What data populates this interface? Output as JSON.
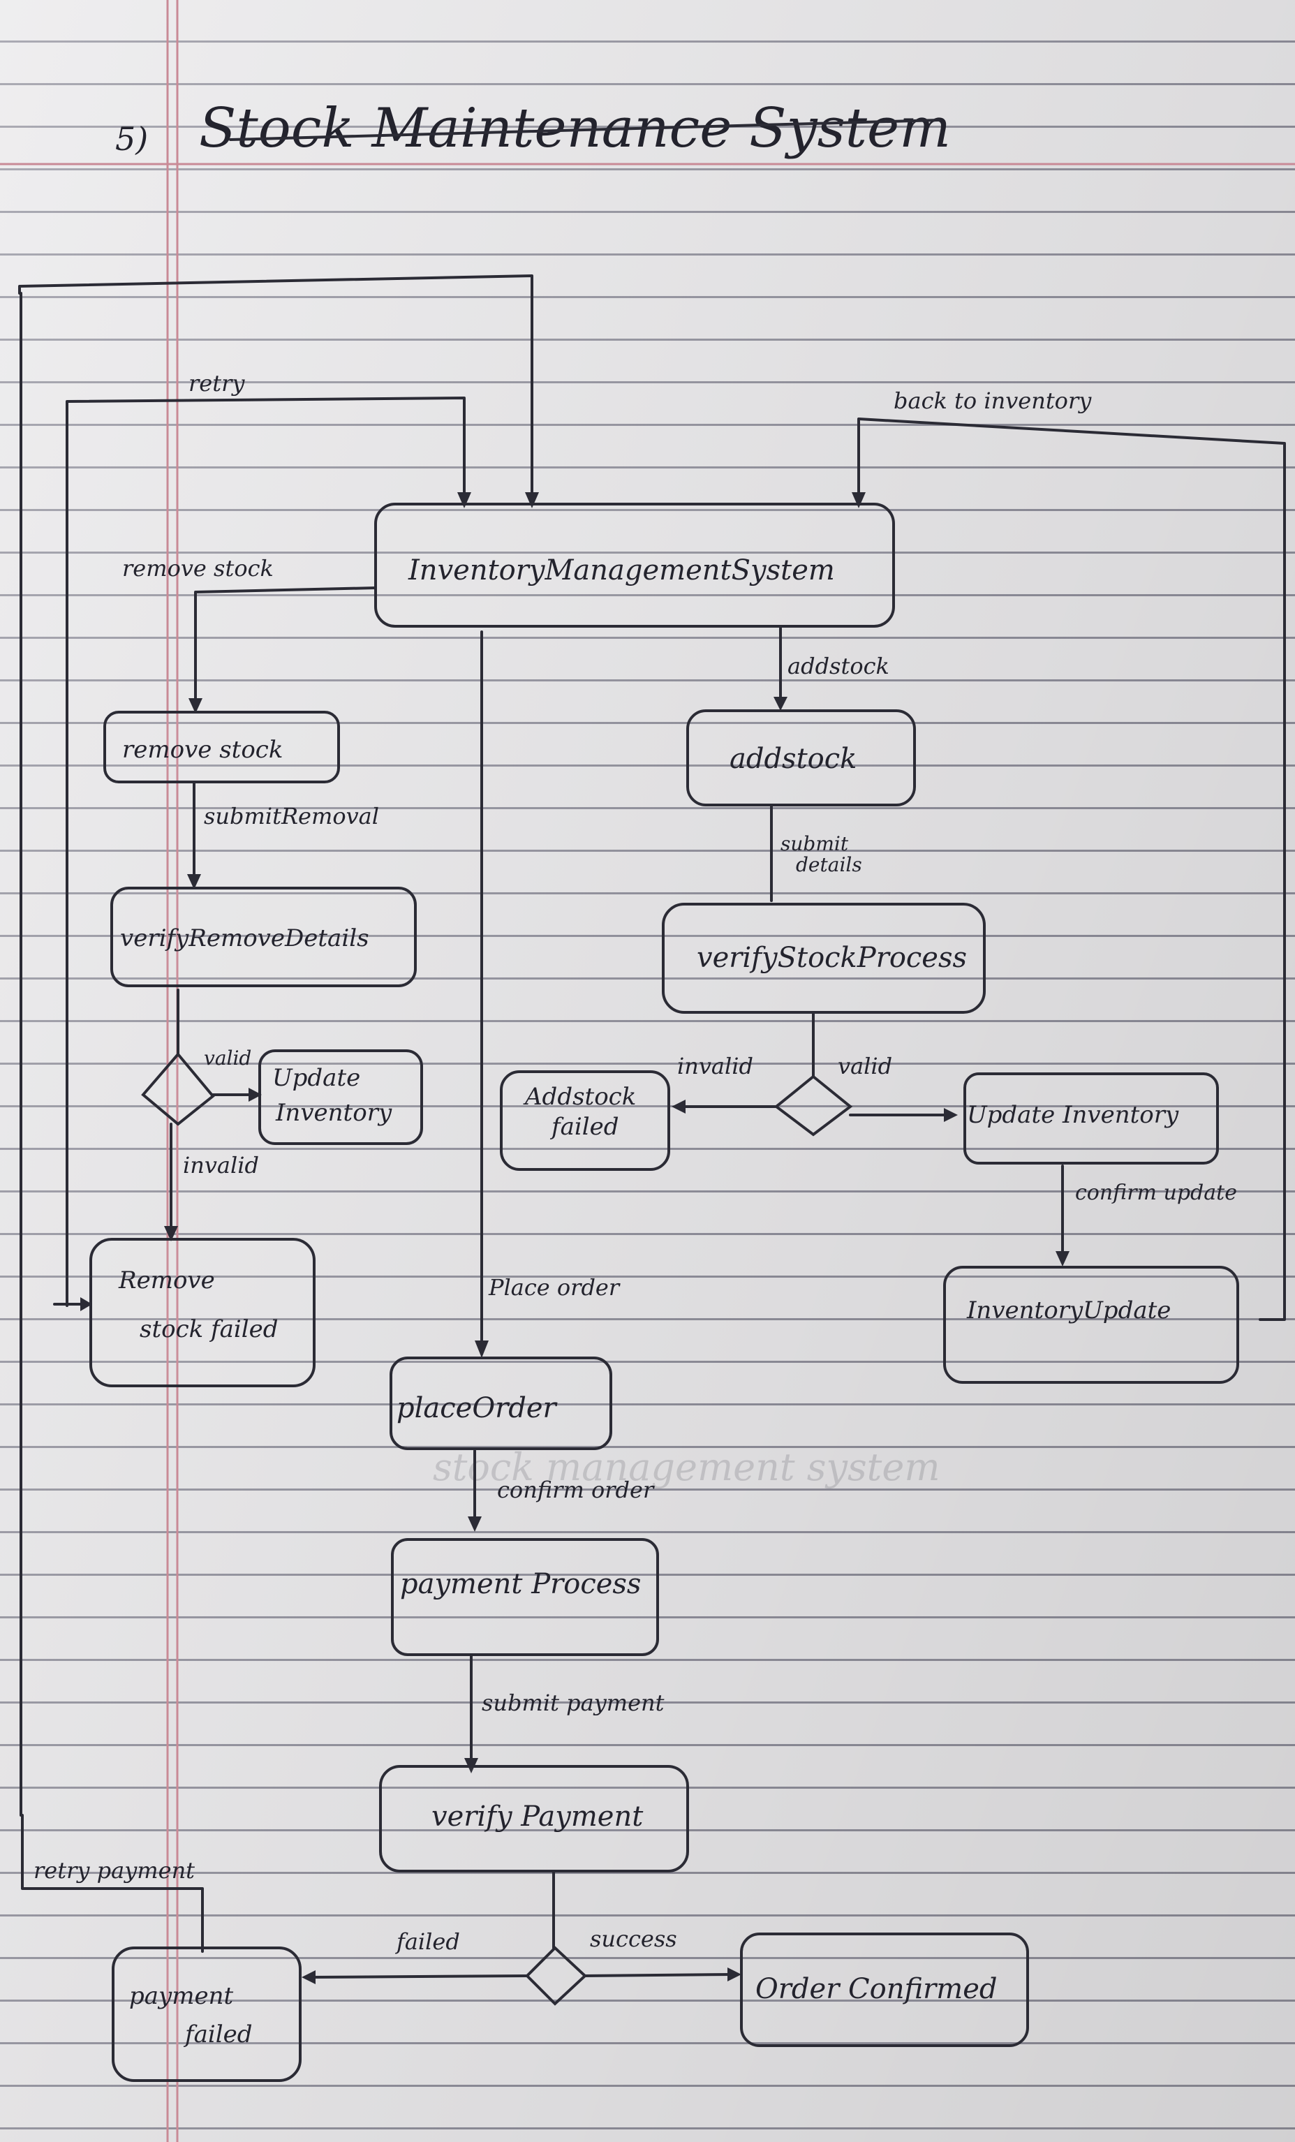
{
  "title": {
    "number": "5)",
    "text": "Stock Maintenance System"
  },
  "nodes": {
    "inventory_management": "InventoryManagementSystem",
    "remove_stock": "remove stock",
    "verify_remove_details": "verifyRemoveDetails",
    "update_inventory_left": [
      "Update",
      "Inventory"
    ],
    "remove_stock_failed": [
      "Remove",
      "stock failed"
    ],
    "add_stock": "addstock",
    "verify_stock_process": "verifyStockProcess",
    "add_stock_failed": [
      "Addstock",
      "failed"
    ],
    "update_inventory_right": "Update Inventory",
    "inventory_update": "InventoryUpdate",
    "place_order": "placeOrder",
    "payment_process": "payment Process",
    "verify_payment": "verify Payment",
    "payment_failed": [
      "payment",
      "failed"
    ],
    "order_confirmed": "Order Confirmed"
  },
  "edge_labels": {
    "retry": "retry",
    "back_to_inventory": "back to inventory",
    "remove_stock": "remove stock",
    "add_stock": "addstock",
    "submit_removal": "submitRemoval",
    "submit_details": [
      "submit",
      "details"
    ],
    "valid_left": "valid",
    "invalid_left": "invalid",
    "invalid_right": "invalid",
    "valid_right": "valid",
    "confirm_update": "confirm update",
    "place_order": "Place order",
    "confirm_order": "confirm order",
    "submit_payment": "submit payment",
    "retry_payment": "retry payment",
    "failed": "failed",
    "success": "success"
  },
  "ghost_text": "stock management system"
}
